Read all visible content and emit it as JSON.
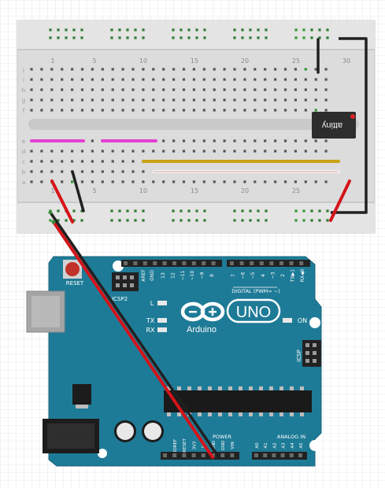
{
  "breadboard": {
    "top_numbers": [
      "1",
      "5",
      "10",
      "15",
      "20",
      "25",
      "30"
    ],
    "bottom_numbers": [
      "1",
      "5",
      "10",
      "15",
      "20",
      "25"
    ],
    "row_letters": [
      "a",
      "b",
      "c",
      "d",
      "e",
      "f",
      "g",
      "h",
      "i",
      "j"
    ],
    "chip_label": "attiny"
  },
  "arduino": {
    "logo_text": "UNO",
    "brand_text": "Arduino",
    "reset_label": "RESET",
    "icsp2_label": "ICSP2",
    "icsp_label": "ICSP",
    "led_l_label": "L",
    "led_tx_label": "TX",
    "led_rx_label": "RX",
    "on_label": "ON",
    "digital_label": "DIGITAL (PWM= ~)",
    "power_label": "POWER",
    "analog_label": "ANALOG IN",
    "aref_label": "AREF",
    "gnd_label": "GND",
    "pin_labels_left": [
      "13",
      "12",
      "~11",
      "~10",
      "~9",
      "8"
    ],
    "pin_labels_right": [
      "7",
      "~6",
      "~5",
      "4",
      "~3",
      "2",
      "TX▶1",
      "RX◀0"
    ],
    "power_pins": [
      "IOREF",
      "RESET",
      "3V3",
      "5V",
      "GND",
      "GND",
      "VIN"
    ],
    "analog_pins": [
      "A0",
      "A1",
      "A2",
      "A3",
      "A4",
      "A5"
    ]
  },
  "colors": {
    "board_teal": "#1e7b97",
    "breadboard": "#d8d8d8",
    "wire_red": "#d4141a",
    "wire_black": "#202020",
    "jumper_magenta": "#e33fd2",
    "jumper_yellow": "#c8a313",
    "chip": "#2d2d2d"
  }
}
